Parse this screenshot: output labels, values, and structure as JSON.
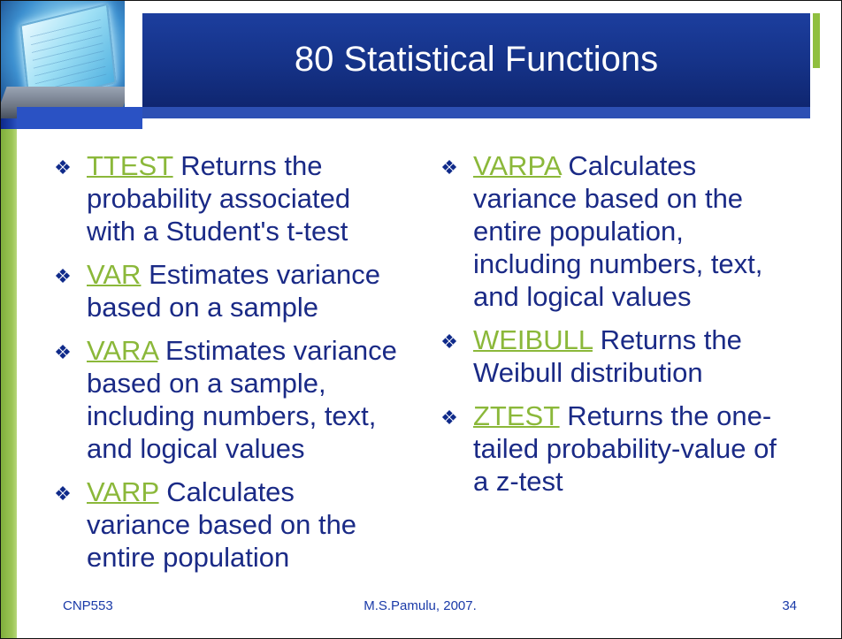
{
  "slide": {
    "title": "80 Statistical Functions",
    "left_column": [
      {
        "fn": "TTEST",
        "desc_lines": [
          "Returns the",
          "probability associated",
          "with a Student's t-test"
        ]
      },
      {
        "fn": "VAR",
        "desc_lines": [
          "Estimates variance",
          "based on a sample"
        ]
      },
      {
        "fn": "VARA",
        "desc_lines": [
          "Estimates variance",
          "based on a sample,",
          "including numbers, text,",
          "and logical values"
        ]
      },
      {
        "fn": "VARP",
        "desc_lines": [
          "Calculates",
          "variance based on the",
          "entire population"
        ]
      }
    ],
    "right_column": [
      {
        "fn": "VARPA",
        "desc_lines": [
          "Calculates",
          "variance based on the",
          "entire population,",
          "including numbers, text,",
          "and logical values"
        ]
      },
      {
        "fn": "WEIBULL",
        "desc_lines": [
          "Returns the",
          "Weibull distribution"
        ]
      },
      {
        "fn": "ZTEST",
        "desc_lines": [
          "Returns the one-",
          "tailed probability-value of",
          "a z-test"
        ]
      }
    ],
    "bullet_glyph": "❖",
    "footer": {
      "course": "CNP553",
      "author": "M.S.Pamulu, 2007.",
      "page_number": "34"
    },
    "colors": {
      "title_bar": "#153287",
      "link_green": "#8bb83a",
      "text_blue": "#1a2a86",
      "accent_green": "#8fbf3f"
    }
  }
}
